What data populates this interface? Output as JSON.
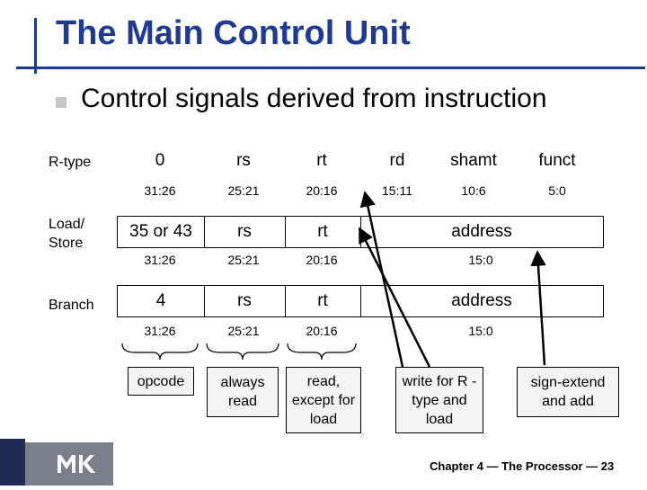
{
  "title": "The Main Control Unit",
  "bullet": "Control signals derived from instruction",
  "rtype": {
    "label": "R-type",
    "fields": [
      "0",
      "rs",
      "rt",
      "rd",
      "shamt",
      "funct"
    ],
    "bits": [
      "31:26",
      "25:21",
      "20:16",
      "15:11",
      "10:6",
      "5:0"
    ]
  },
  "loadstore": {
    "label_line1": "Load/",
    "label_line2": "Store",
    "fields": [
      "35 or 43",
      "rs",
      "rt",
      "address"
    ],
    "bits": [
      "31:26",
      "25:21",
      "20:16",
      "15:0"
    ]
  },
  "branch": {
    "label": "Branch",
    "fields": [
      "4",
      "rs",
      "rt",
      "address"
    ],
    "bits": [
      "31:26",
      "25:21",
      "20:16",
      "15:0"
    ]
  },
  "notes": {
    "opcode": "opcode",
    "always_read": "always read",
    "read_except": "read, except for load",
    "write_for": "write for R -type and load",
    "sign_extend": "sign-extend and add"
  },
  "footer": "Chapter 4 — The Processor — 23",
  "logo_text": "MK",
  "colors": {
    "title": "#1f3a93",
    "note_bg": "#f4f4f4"
  }
}
